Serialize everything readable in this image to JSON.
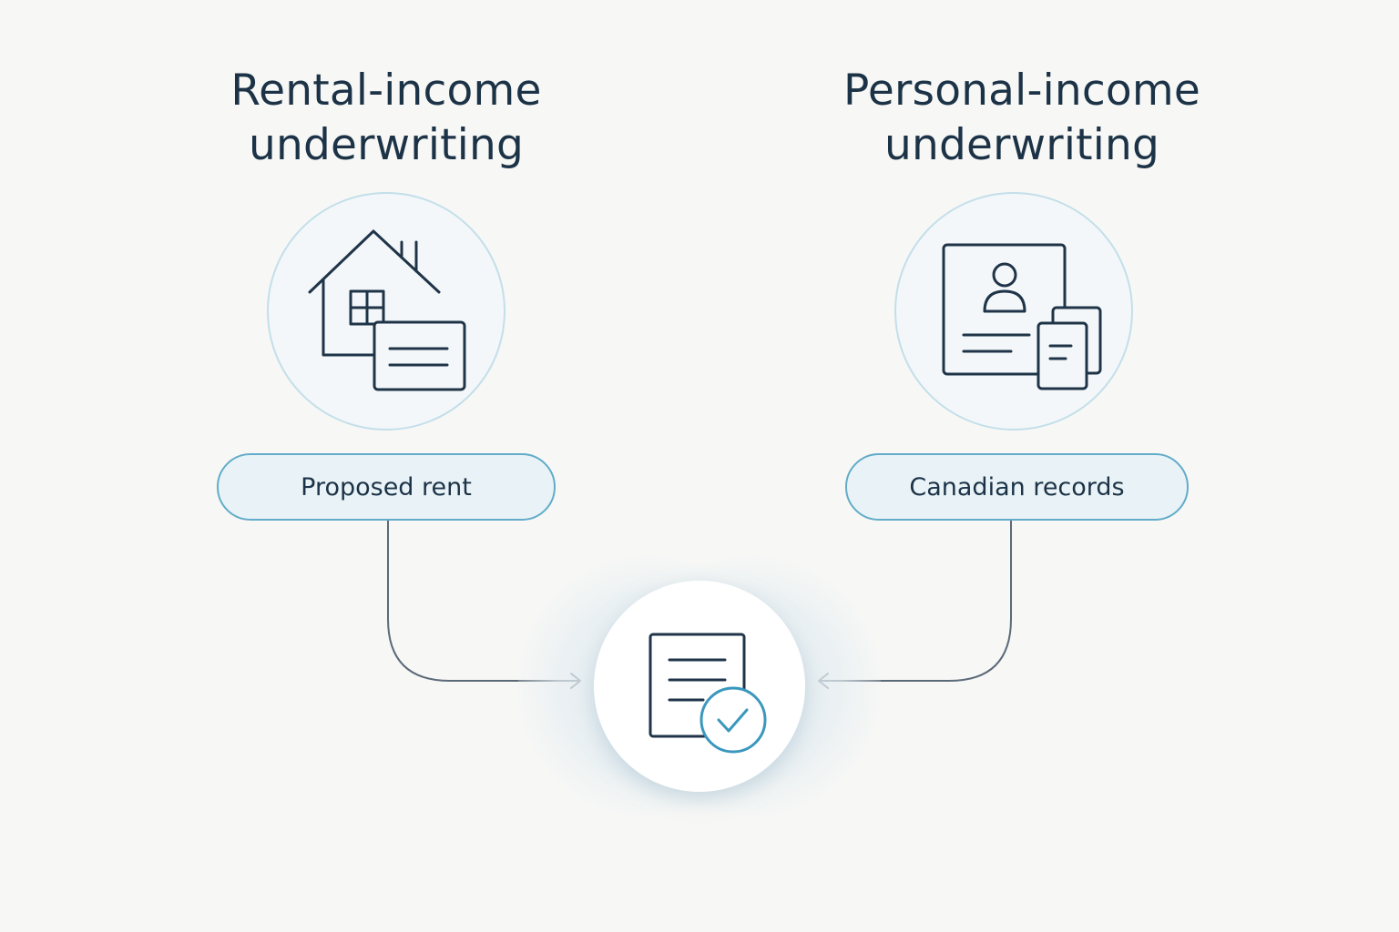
{
  "left": {
    "title_line1": "Rental-income",
    "title_line2": "underwriting",
    "pill_label": "Proposed rent",
    "icon": "house-with-document-icon"
  },
  "right": {
    "title_line1": "Personal-income",
    "title_line2": "underwriting",
    "pill_label": "Canadian records",
    "icon": "profile-card-with-documents-icon"
  },
  "center": {
    "icon": "approved-document-check-icon"
  },
  "colors": {
    "background": "#f7f7f5",
    "text": "#1c3347",
    "icon_stroke": "#1f3448",
    "accent": "#3a97bd",
    "pill_fill": "#e9f3f7",
    "pill_border": "#62acc9",
    "connector": "#5c6a78"
  }
}
